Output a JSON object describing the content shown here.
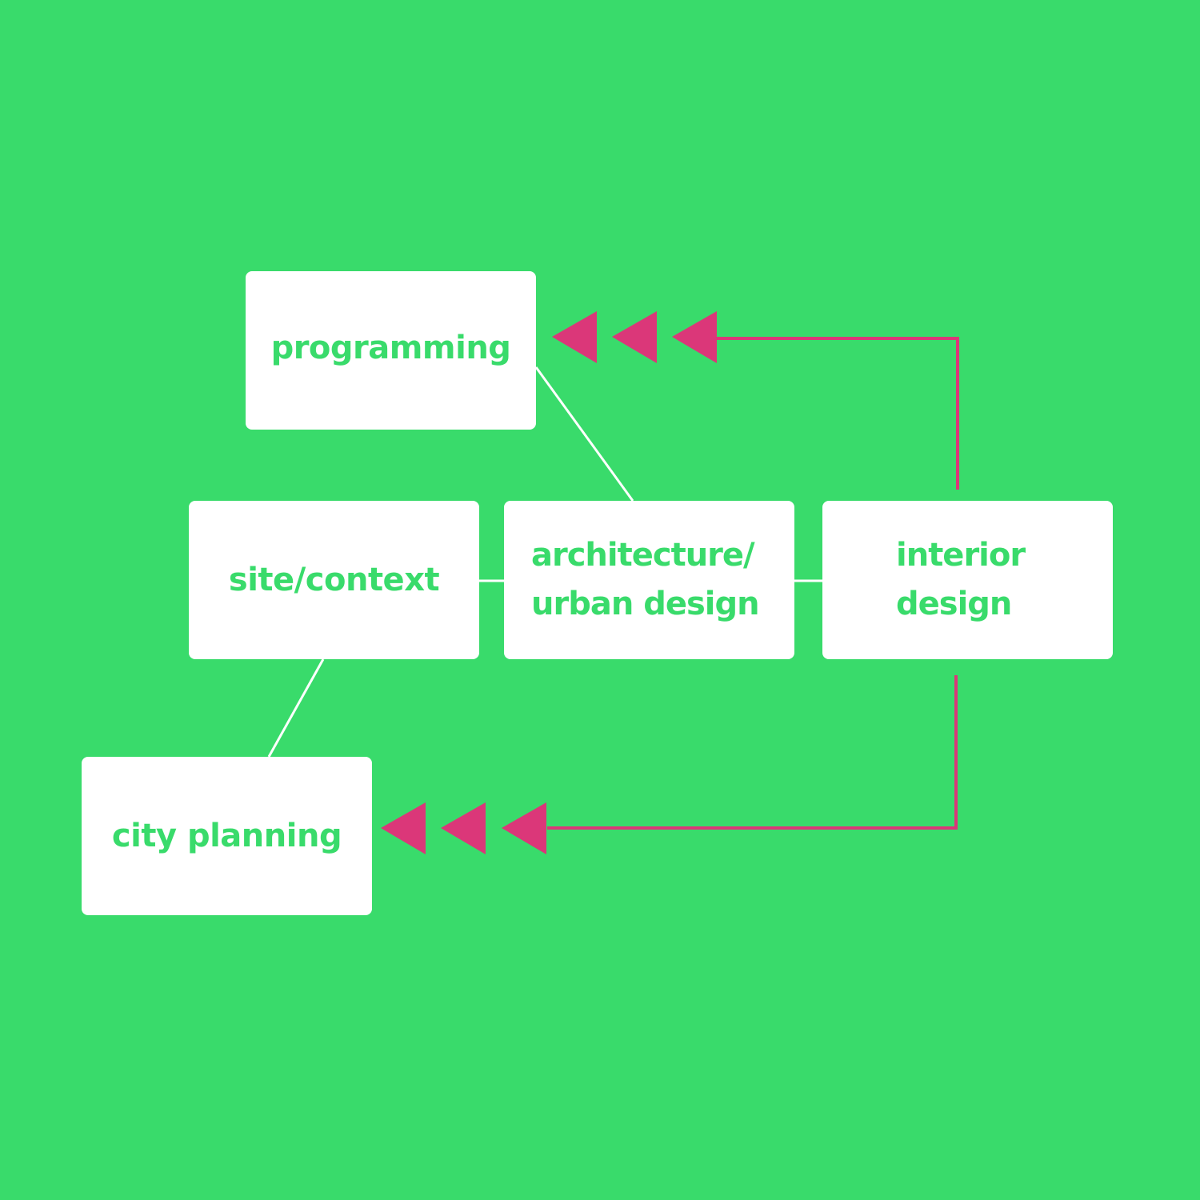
{
  "colors": {
    "background": "#39db6b",
    "box": "#ffffff",
    "text": "#39db6b",
    "connector": "#ffffff",
    "arrow": "#db3779"
  },
  "nodes": [
    {
      "id": "programming",
      "label": "programming"
    },
    {
      "id": "site-context",
      "label": "site/context"
    },
    {
      "id": "architecture",
      "label": "architecture/\nurban design"
    },
    {
      "id": "interior",
      "label": "interior\ndesign"
    },
    {
      "id": "city-planning",
      "label": "city planning"
    }
  ],
  "connectors": [
    {
      "from": "programming",
      "to": "architecture"
    },
    {
      "from": "site-context",
      "to": "architecture"
    },
    {
      "from": "architecture",
      "to": "interior"
    },
    {
      "from": "site-context",
      "to": "city-planning"
    }
  ],
  "flows": [
    {
      "from": "interior",
      "to": "programming",
      "arrowheads": 3
    },
    {
      "from": "interior",
      "to": "city-planning",
      "arrowheads": 3
    }
  ]
}
